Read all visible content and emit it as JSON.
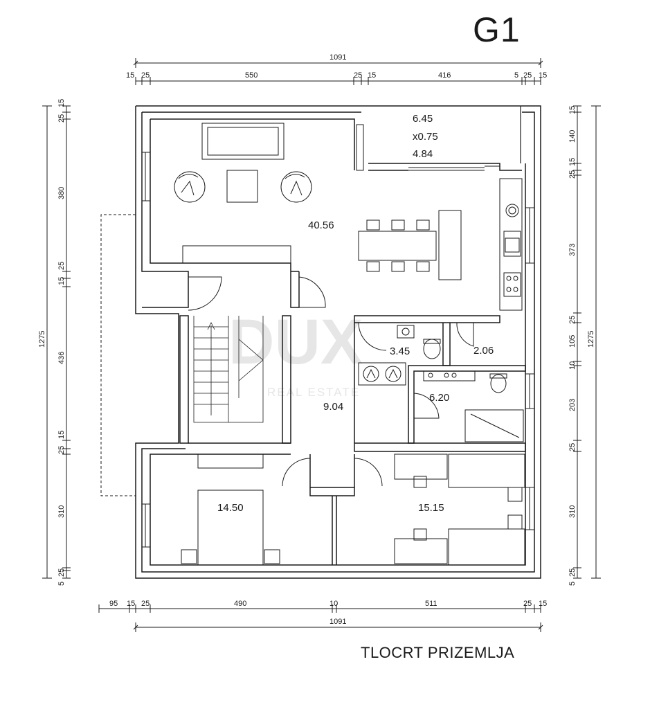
{
  "title": "G1",
  "subtitle": "TLOCRT PRIZEMLJA",
  "watermark": {
    "brand": "DUX",
    "tag": "REAL ESTATE"
  },
  "rooms": {
    "living": "40.56",
    "terrace": [
      "6.45",
      "x0.75",
      "4.84"
    ],
    "laundry": "3.45",
    "wc": "2.06",
    "bathroom": "6.20",
    "hall": "9.04",
    "bedroom1": "14.50",
    "bedroom2": "15.15"
  },
  "dims": {
    "top_total": "1091",
    "top_segments": [
      "15",
      "25",
      "550",
      "25",
      "15",
      "416",
      "5",
      "25",
      "15"
    ],
    "bottom_segments": [
      "95",
      "15",
      "25",
      "490",
      "10",
      "511",
      "25",
      "15"
    ],
    "bottom_total": "1091",
    "left_segments": [
      "25",
      "15",
      "380",
      "15",
      "25",
      "436",
      "25",
      "15",
      "310",
      "5",
      "25"
    ],
    "left_total": "1275",
    "right_segments": [
      "15",
      "140",
      "25",
      "15",
      "373",
      "25",
      "105",
      "10",
      "203",
      "25",
      "310",
      "5",
      "25"
    ],
    "right_total": "1275"
  }
}
